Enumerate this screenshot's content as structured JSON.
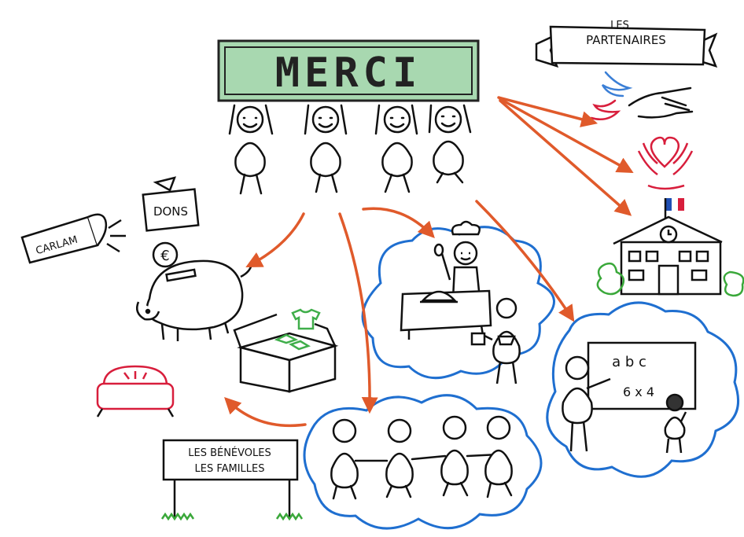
{
  "banner": {
    "title": "MERCI"
  },
  "partners": {
    "label_line1": "LES",
    "label_line2": "PARTENAIRES"
  },
  "donations": {
    "sign": "DONS",
    "currency_symbol": "€"
  },
  "megaphone": {
    "label": "CARLAM"
  },
  "signpost": {
    "line1": "LES BÉNÉVOLES",
    "line2": "LES FAMILLES"
  },
  "blackboard": {
    "line1": "a b c",
    "line2": "6 x 4"
  },
  "colors": {
    "arrow": "#e05a2b",
    "cloud": "#1f6fd0",
    "banner": "#a8d8b0",
    "accent_red": "#d81e3c",
    "grass": "#3aa83a",
    "shirt": "#3fae4a",
    "hand_blue": "#3b7fd6"
  }
}
